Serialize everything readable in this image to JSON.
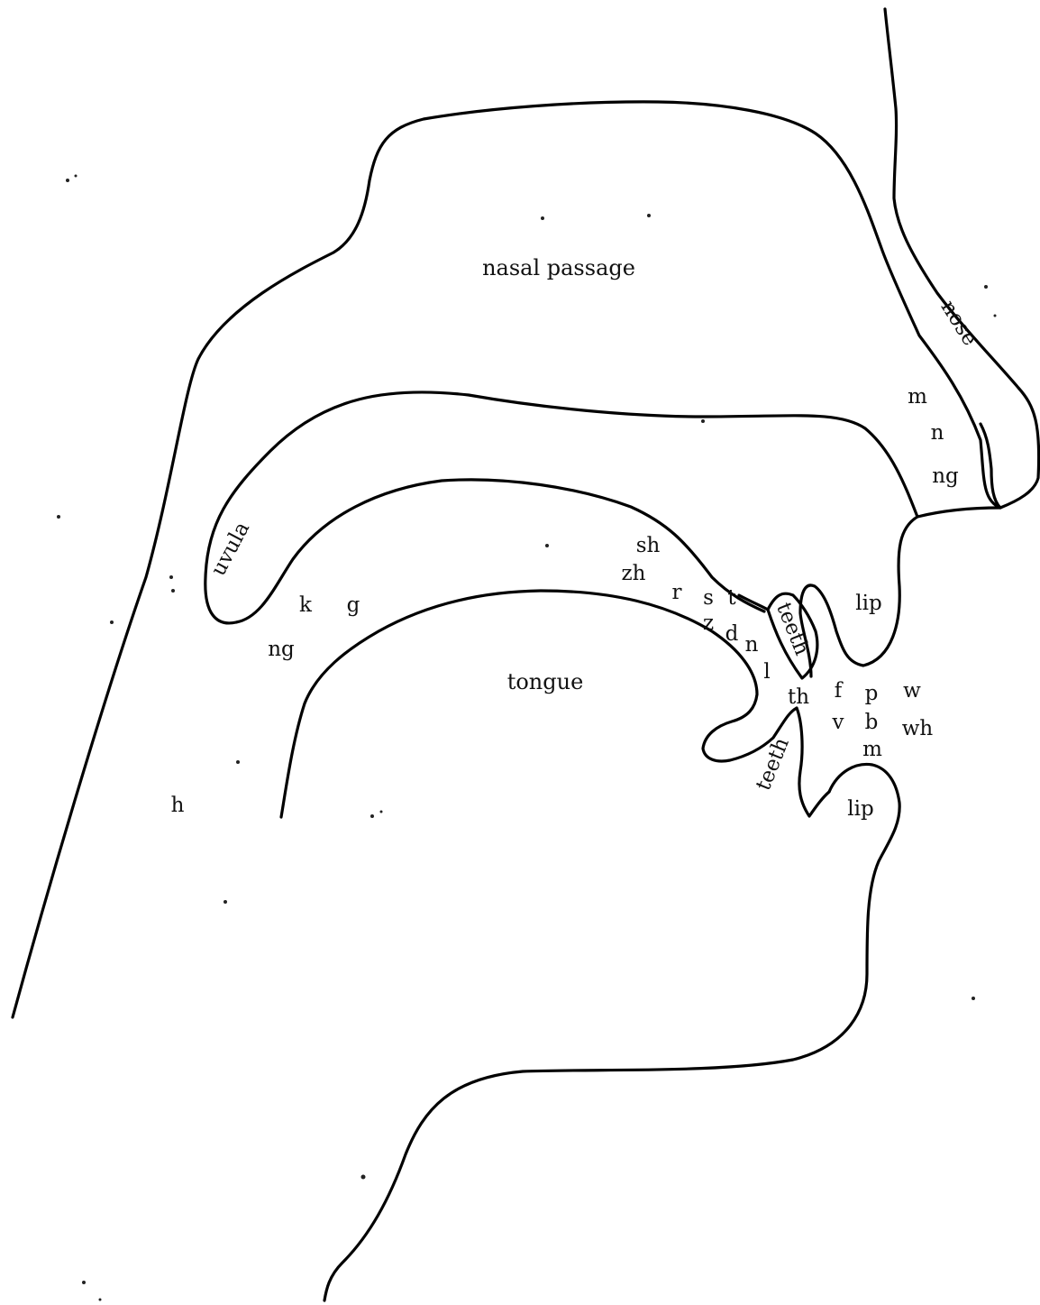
{
  "regions": {
    "nasal_passage": "nasal passage",
    "nose": "nose",
    "uvula": "uvula",
    "tongue": "tongue",
    "teeth_upper": "teeth",
    "teeth_lower": "teeth",
    "lip_upper": "lip",
    "lip_lower": "lip"
  },
  "sounds": {
    "nasal": [
      "m",
      "n",
      "ng"
    ],
    "velar": [
      "k",
      "g",
      "ng"
    ],
    "glottal": [
      "h"
    ],
    "palatal": [
      "sh",
      "zh"
    ],
    "alveolar": [
      "r",
      "s",
      "t",
      "z",
      "d",
      "n",
      "l"
    ],
    "dental": [
      "th"
    ],
    "labiodental": [
      "f",
      "v"
    ],
    "bilabial": [
      "p",
      "b",
      "m",
      "w",
      "wh"
    ]
  }
}
